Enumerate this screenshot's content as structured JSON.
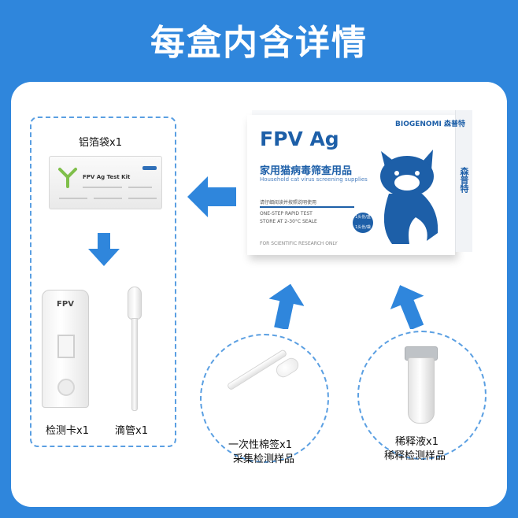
{
  "header": {
    "title": "每盒内含详情"
  },
  "pouch_group": {
    "pouch_label": "铝箔袋x1",
    "pouch_print": "FPV  Ag  Test  Kit",
    "cassette_label": "检测卡x1",
    "cassette_text": "FPV",
    "pipette_label": "滴管x1"
  },
  "product_box": {
    "brand_logo": "BIOGENOMI 森普特",
    "title": "FPV Ag",
    "subtitle_cn": "家用猫病毒筛查用品",
    "subtitle_en": "Household cat virus screening supplies",
    "note_cn": "请仔细阅读并按照说明使用",
    "note_en_1": "ONE-STEP RAPID TEST",
    "note_en_2": "STORE AT 2-30°C SEALE",
    "note_en_3": "FOR SCIENTIFIC RESEARCH ONLY",
    "badge_1": "1头份/盒",
    "badge_2": "1头份/袋",
    "side_brand": "森普特"
  },
  "swab_item": {
    "line1": "一次性棉签x1",
    "line2": "采集检测样品"
  },
  "diluent_item": {
    "line1": "稀释液x1",
    "line2": "稀释检测样品"
  },
  "colors": {
    "background": "#2f86dc",
    "accent": "#1d5fa8",
    "arrow": "#2f86dc",
    "dashed": "#5a9fe2"
  }
}
